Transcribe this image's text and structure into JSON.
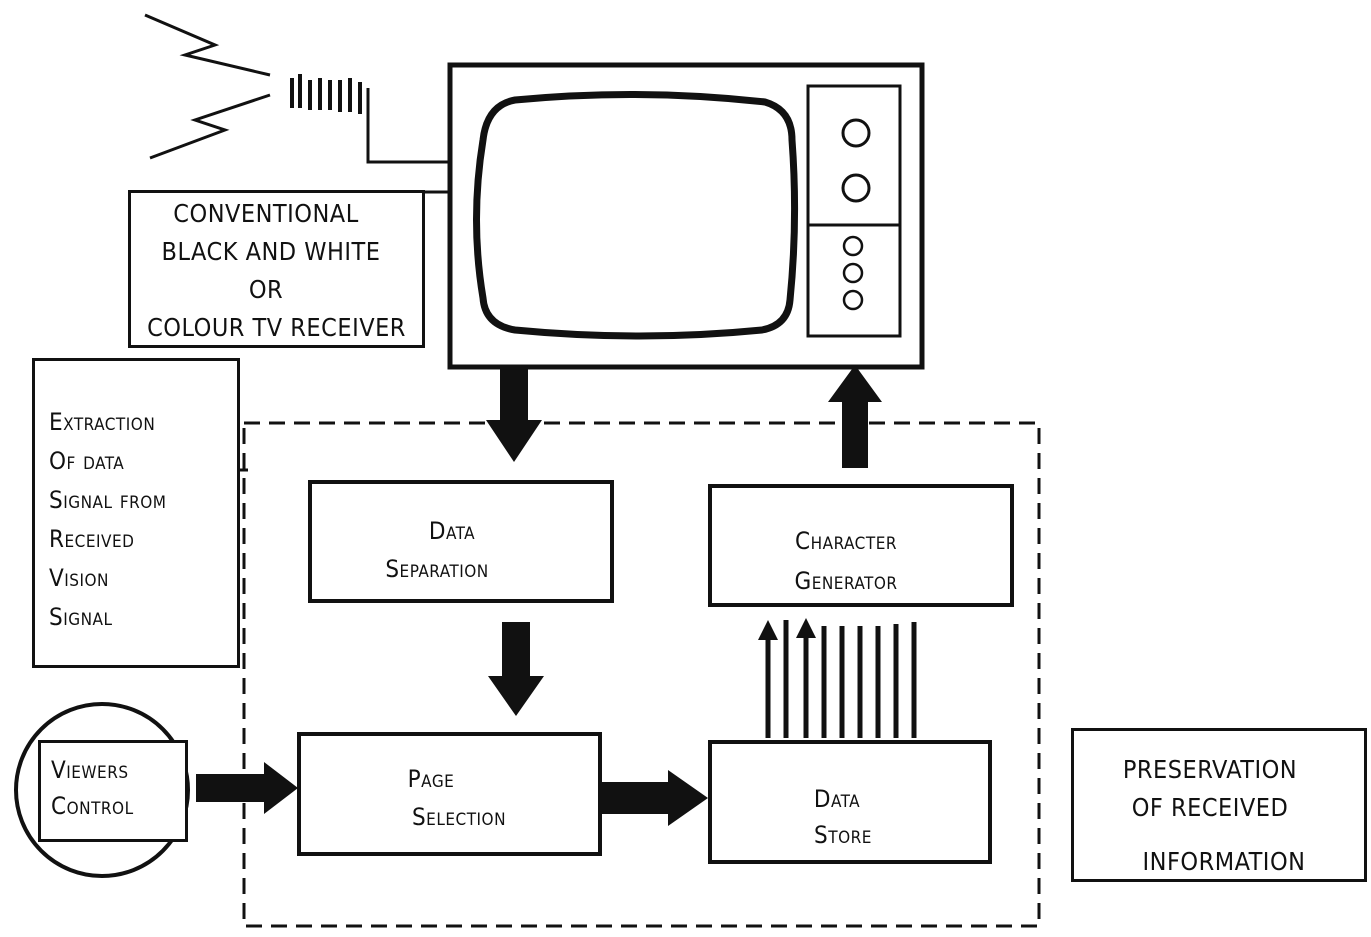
{
  "receiver_note": {
    "lines": [
      "CONVENTIONAL",
      "BLACK AND WHITE",
      "OR",
      "COLOUR TV RECEIVER"
    ]
  },
  "extraction_note": {
    "lines": [
      "Extraction",
      "Of Data",
      "Signal from",
      "Received",
      "Vision",
      "Signal"
    ]
  },
  "blocks": {
    "data_separation": [
      "Data",
      "Separation"
    ],
    "character_generator": [
      "Character",
      "Generator"
    ],
    "page_selection": [
      "Page",
      "Selection"
    ],
    "data_store": [
      "Data",
      "Store"
    ],
    "viewers_control": [
      "Viewers",
      "Control"
    ]
  },
  "preservation_note": {
    "lines": [
      "PRESERVATION",
      "OF  RECEIVED",
      "INFORMATION"
    ]
  }
}
